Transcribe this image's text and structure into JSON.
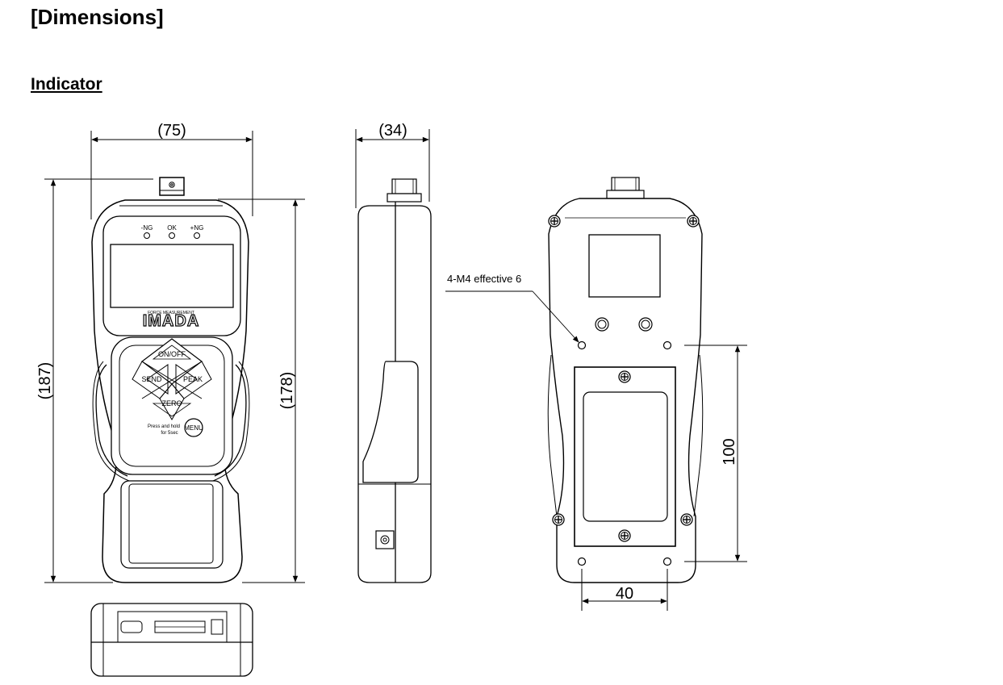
{
  "title": "[Dimensions]",
  "section": "Indicator",
  "front_view": {
    "width_dim": "(75)",
    "overall_height_dim": "(187)",
    "body_height_dim": "(178)",
    "leds": [
      "-NG",
      "OK",
      "+NG"
    ],
    "brand_sub": "FORCE MEASUREMENT",
    "brand": "IMADA",
    "buttons": {
      "top": "ON/OFF",
      "left": "SEND",
      "right": "PEAK",
      "bottom": "ZERO",
      "menu": "MENU"
    },
    "menu_note_line1": "Press and hold",
    "menu_note_line2": "for 5sec"
  },
  "side_view": {
    "depth_dim": "(34)"
  },
  "back_view": {
    "hole_callout": "4-M4 effective 6",
    "hole_vertical_dim": "100",
    "hole_horizontal_dim": "40"
  }
}
